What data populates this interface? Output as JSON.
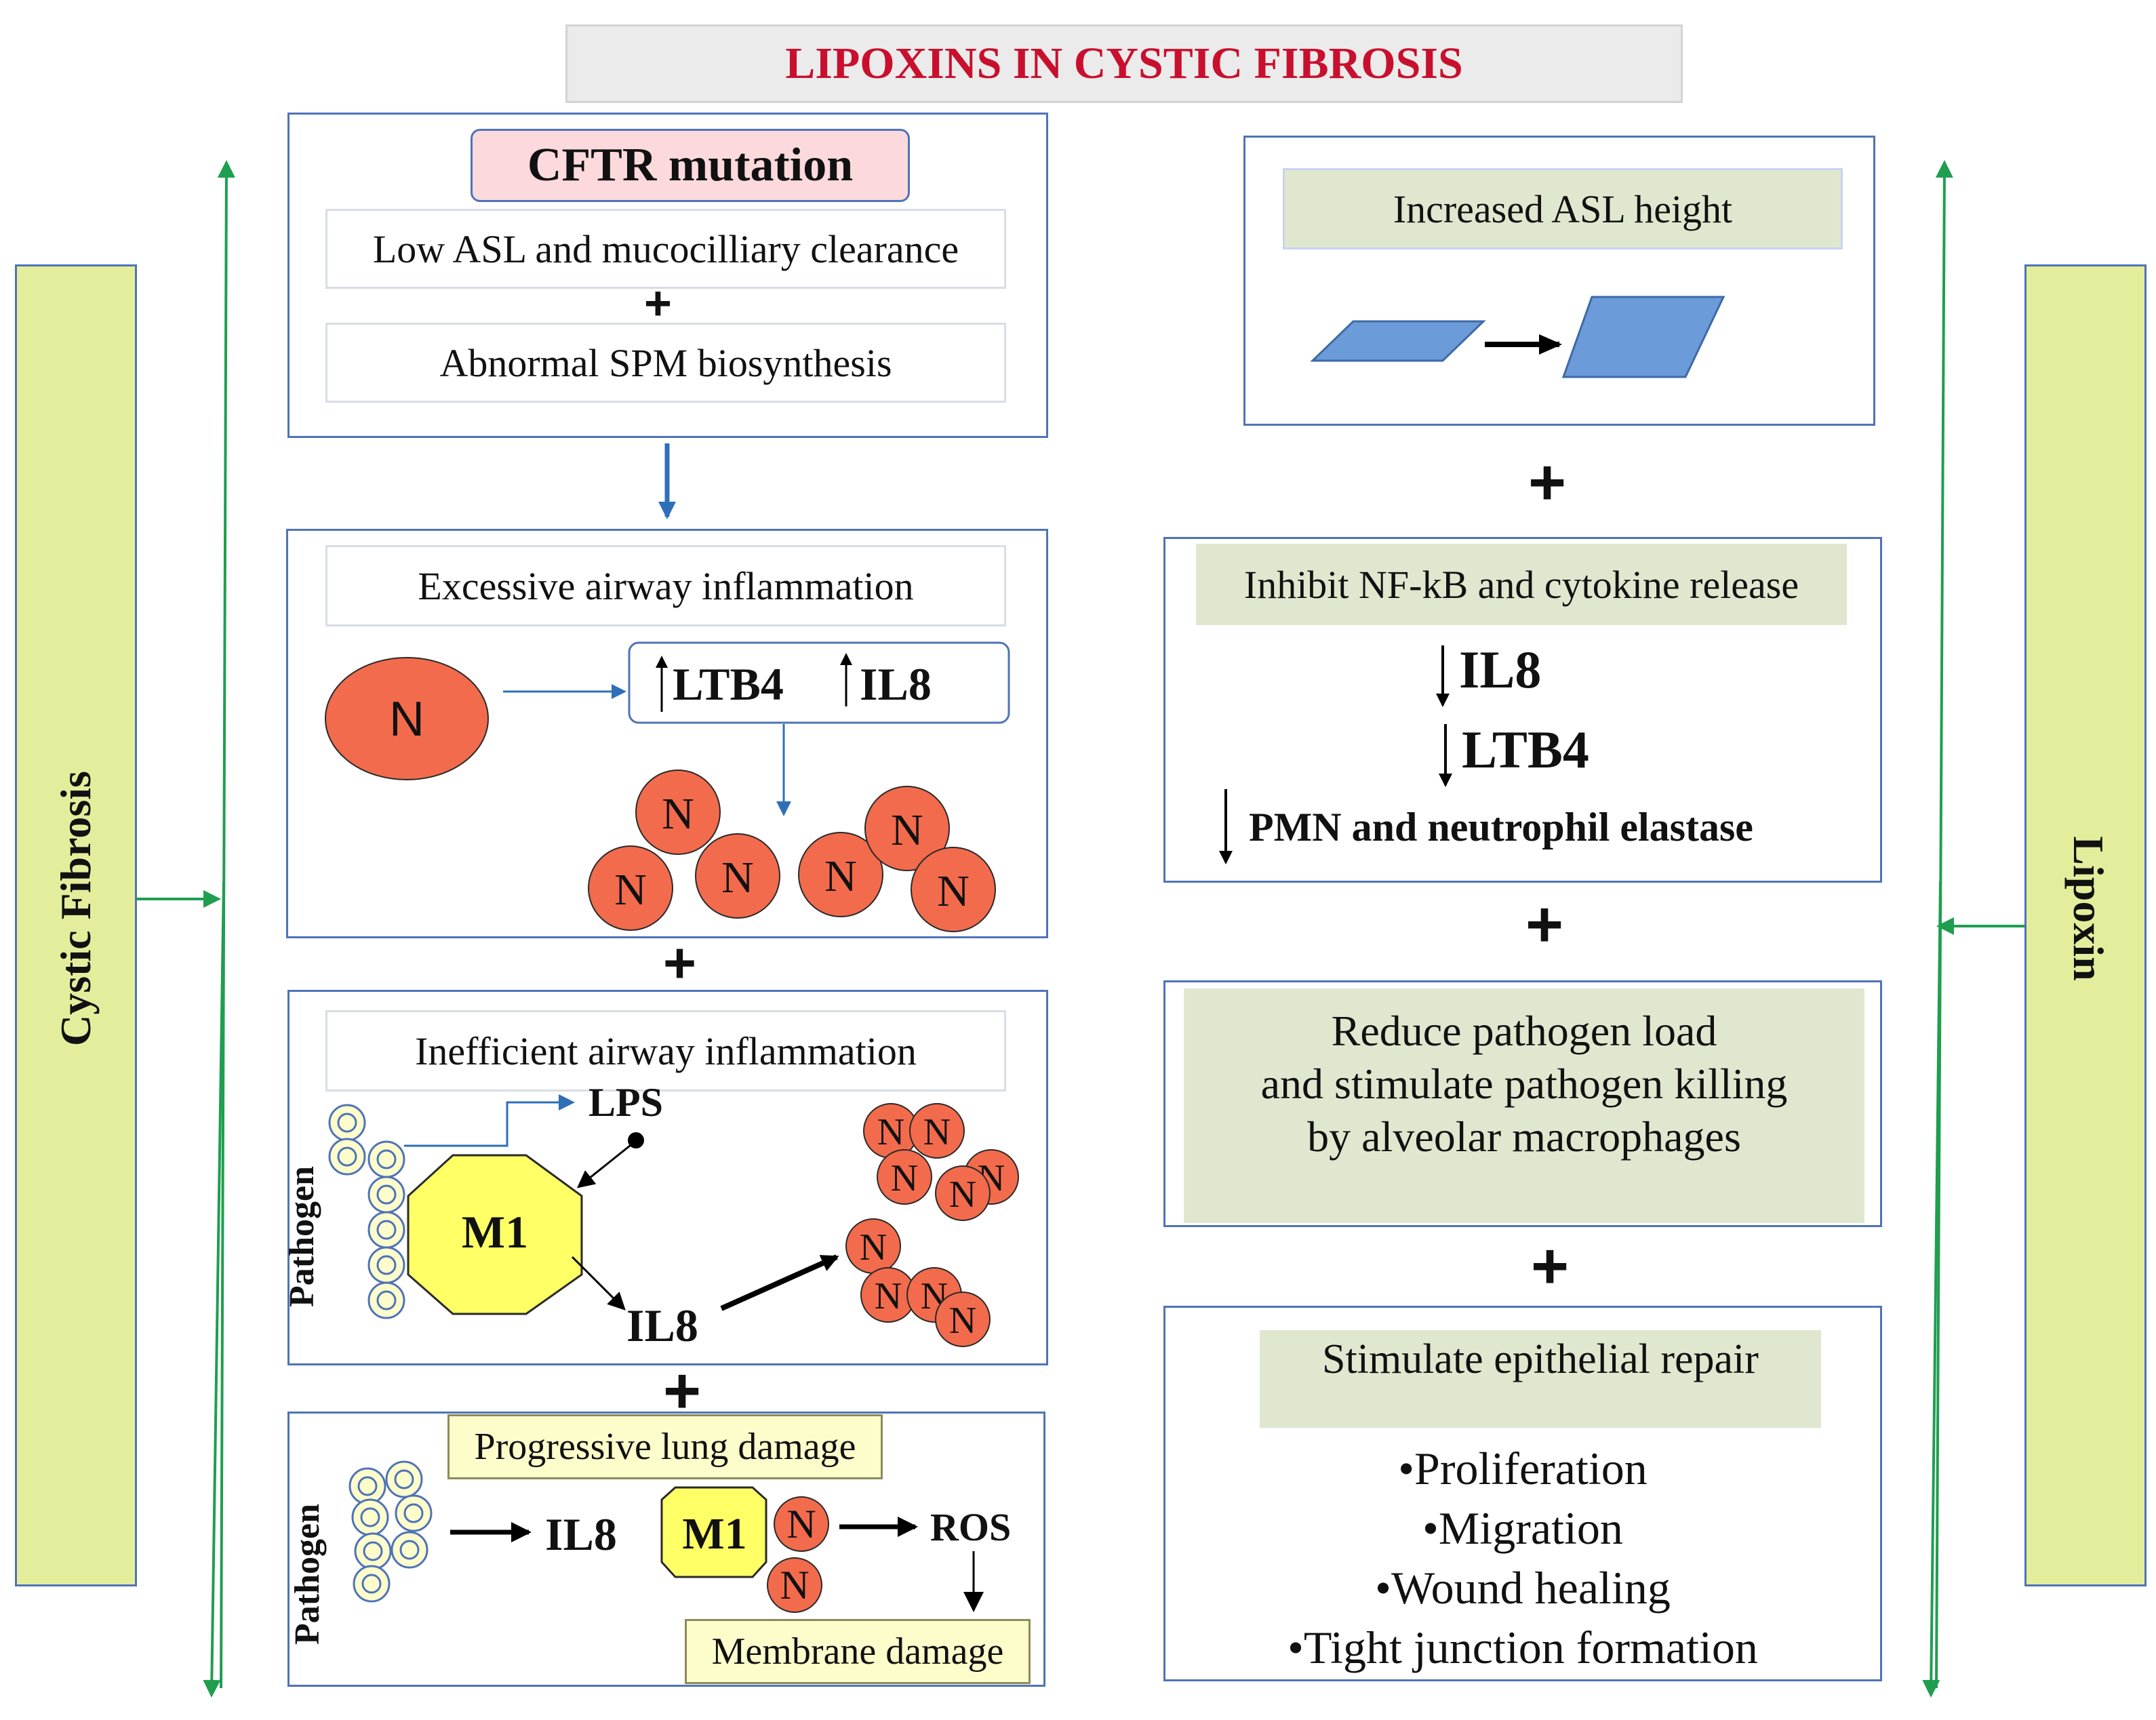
{
  "title": "LIPOXINS IN CYSTIC FIBROSIS",
  "sidebars": {
    "left": "Cystic Fibrosis",
    "right": "Lipoxin"
  },
  "left": {
    "panel1": {
      "header": "CFTR mutation",
      "line1": "Low ASL and mucocilliary clearance",
      "line2": "Abnormal SPM biosynthesis"
    },
    "panel2": {
      "header": "Excessive airway inflammation",
      "neutrophil": "N",
      "ltb4": "LTB4",
      "il8": "IL8"
    },
    "panel3": {
      "header": "Inefficient airway inflammation",
      "pathogen": "Pathogen",
      "lps": "LPS",
      "m1": "M1",
      "il8": "IL8"
    },
    "panel4": {
      "header": "Progressive lung damage",
      "pathogen": "Pathogen",
      "il8": "IL8",
      "m1": "M1",
      "ros": "ROS",
      "membrane": "Membrane damage"
    }
  },
  "right": {
    "panel1": {
      "header": "Increased ASL height"
    },
    "panel2": {
      "header": "Inhibit NF-kB and cytokine release",
      "item1": "IL8",
      "item2": "LTB4",
      "item3": "PMN and neutrophil elastase"
    },
    "panel3": {
      "line1": "Reduce pathogen load",
      "line2": "and stimulate pathogen killing",
      "line3": "by alveolar macrophages"
    },
    "panel4": {
      "header": "Stimulate epithelial repair",
      "bullets": [
        "•Proliferation",
        "•Migration",
        "•Wound healing",
        "•Tight junction formation"
      ]
    }
  },
  "plus": "+",
  "colors": {
    "title": "#c8102e",
    "neutrophil": "#f26b4c",
    "m1": "#ffff66",
    "shape": "#6b9bd8",
    "sidebar": "#e4ed9c",
    "green_label": "#dfe8cf",
    "arrow_green": "#1f9e4f",
    "border": "#4f73b8"
  }
}
